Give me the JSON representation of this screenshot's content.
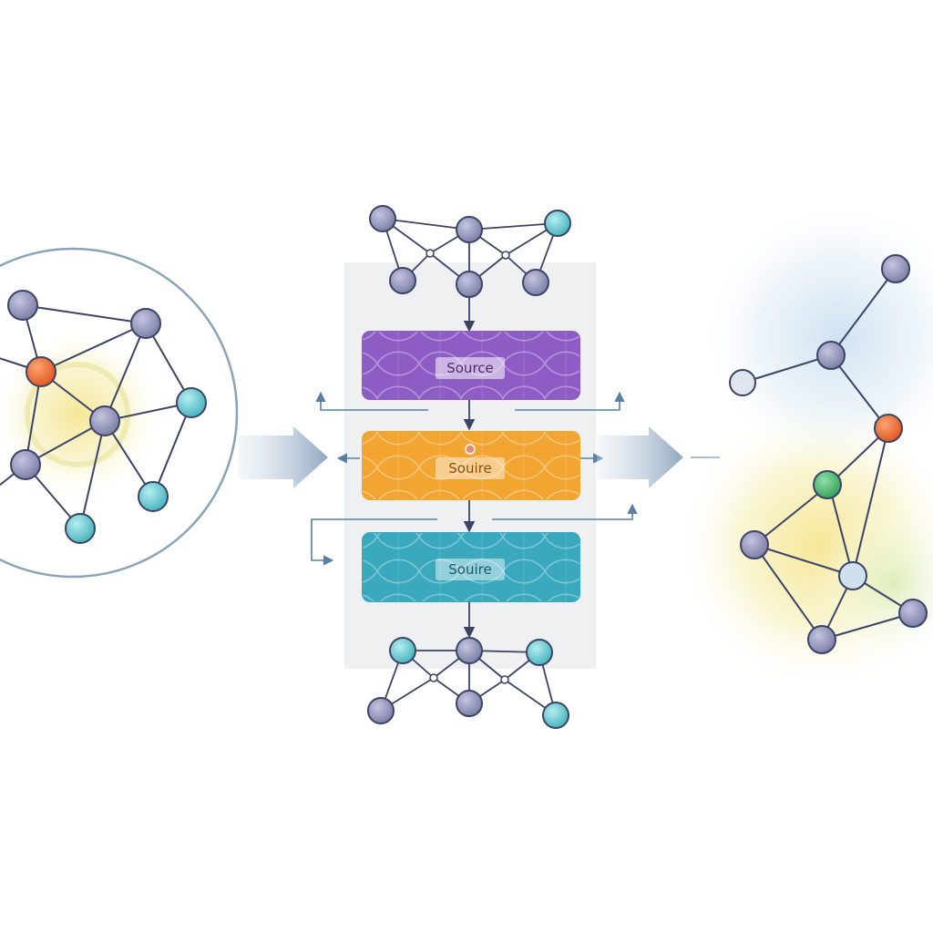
{
  "blocks": [
    {
      "label": "Source",
      "color": "#8d5cc4",
      "text_color": "#4a2b6e"
    },
    {
      "label": "Souire",
      "color": "#f2a531",
      "text_color": "#8a4e10"
    },
    {
      "label": "Souire",
      "color": "#3aa9bd",
      "text_color": "#1d5b66"
    }
  ],
  "colors": {
    "node_gray": "#8e8fb5",
    "node_teal": "#5cc3c9",
    "node_orange": "#ec6e2f",
    "node_green": "#4fb36f",
    "edge": "#3b4366",
    "arrow": "#8fa7c0",
    "connector": "#5a7fa3",
    "panel": "#eef0f2"
  }
}
